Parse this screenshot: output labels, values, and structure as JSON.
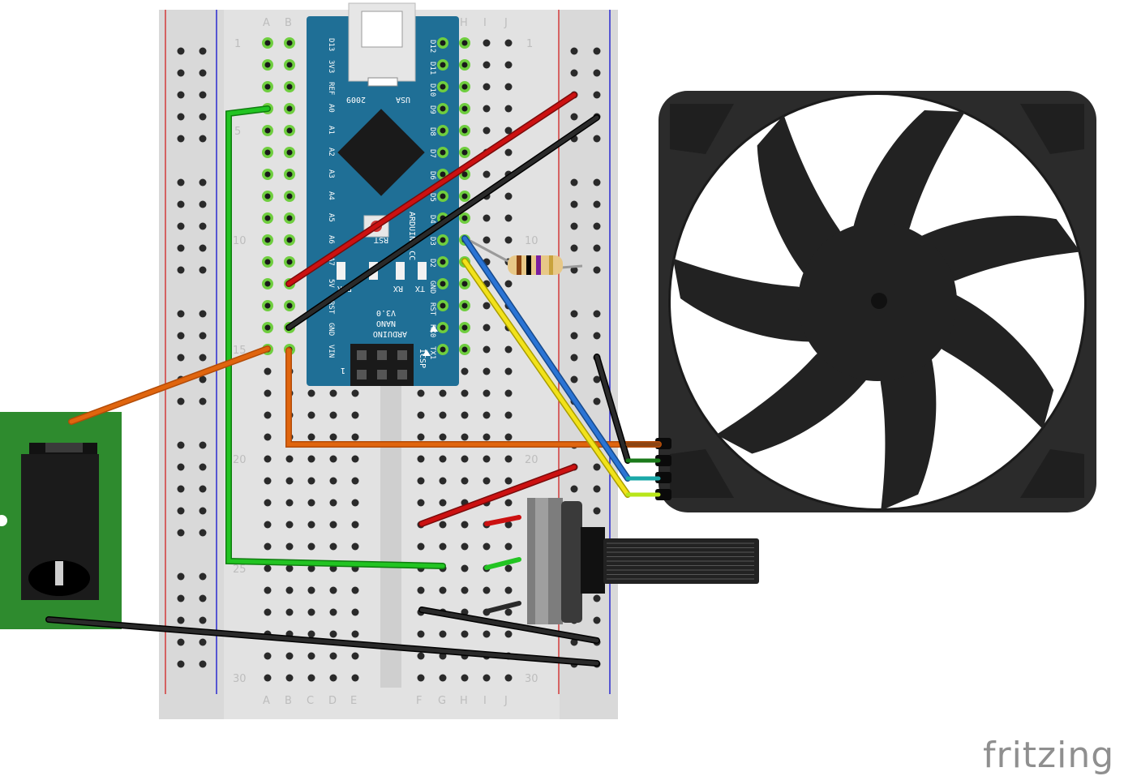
{
  "breadboard": {
    "column_labels_left": [
      "A",
      "B",
      "C",
      "D",
      "E"
    ],
    "column_labels_right": [
      "F",
      "G",
      "H",
      "I",
      "J"
    ],
    "row_numbers": [
      "1",
      "5",
      "10",
      "15",
      "20",
      "25",
      "30"
    ]
  },
  "arduino": {
    "pins_right": [
      "D12",
      "D11",
      "D10",
      "D9",
      "D8",
      "D7",
      "D6",
      "D5",
      "D4",
      "D3",
      "D2",
      "GND",
      "RST",
      "RX0",
      "TX1"
    ],
    "pins_left": [
      "D13",
      "3V3",
      "REF",
      "A0",
      "A1",
      "A2",
      "A3",
      "A4",
      "A5",
      "A6",
      "A7",
      "5V",
      "RST",
      "GND",
      "VIN"
    ],
    "usa_label": "USA",
    "year_label": "2009",
    "rst_label": "RST",
    "led_labels": [
      "PWR",
      "RX",
      "TX"
    ],
    "board_name": "ARDUINO",
    "board_model": "NANO",
    "board_version": "V3.0",
    "website": "ARDUINO.CC",
    "icsp_label": "ICSP",
    "pin1_mark": "1"
  },
  "watermark": "fritzing",
  "colors": {
    "breadboard": "#d9d9d9",
    "board_teal": "#1f6f96",
    "wire_red": "#cc1111",
    "wire_black": "#222222",
    "wire_green": "#22c422",
    "wire_orange": "#e0650e",
    "wire_blue": "#2a74d4",
    "wire_yellow": "#f2e21a",
    "jack_pcb": "#2e8b2e"
  }
}
